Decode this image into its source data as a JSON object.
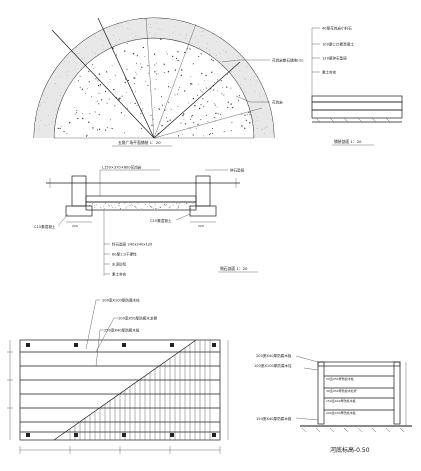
{
  "circle_plan": {
    "title": "五角广场平面铺装 1：20",
    "labels": [
      "花岗岩散石铺地(小)",
      "花岗岩"
    ]
  },
  "paving_section": {
    "title": "铺装剖面 1：20",
    "layers": [
      "40厚花岗岩小料石",
      "100厚C15素混凝土",
      "120厚碎石垫层",
      "素土夯实"
    ]
  },
  "edge_section": {
    "title": "侧石剖面 1：20",
    "top_labels": [
      "L150×370×600花岗岩",
      "碎石垫层"
    ],
    "side_labels": [
      "C15素混凝土",
      "C15素混凝土"
    ],
    "dims": [
      "220",
      "220"
    ],
    "bottom_labels": [
      "料石面层 240x240x120",
      "60厚1:3干硬性",
      "水泥砂浆",
      "素土夯实"
    ]
  },
  "deck_plan": {
    "labels": [
      "100宽X100厚防腐木柱",
      "100宽X50厚防腐木龙骨",
      "250宽X40厚防腐木板"
    ]
  },
  "deck_section": {
    "title": "河底标高-0.50",
    "left_labels": [
      "200宽X40厚防腐木板",
      "100宽X100厚防腐木柱",
      "150宽X40厚防腐木板"
    ],
    "right_labels": [
      "50宽X50厚防腐木柱",
      "30宽X50厚防腐木栏杆",
      "150宽X40厚防腐木板",
      "200宽X40厚防腐木板"
    ]
  }
}
